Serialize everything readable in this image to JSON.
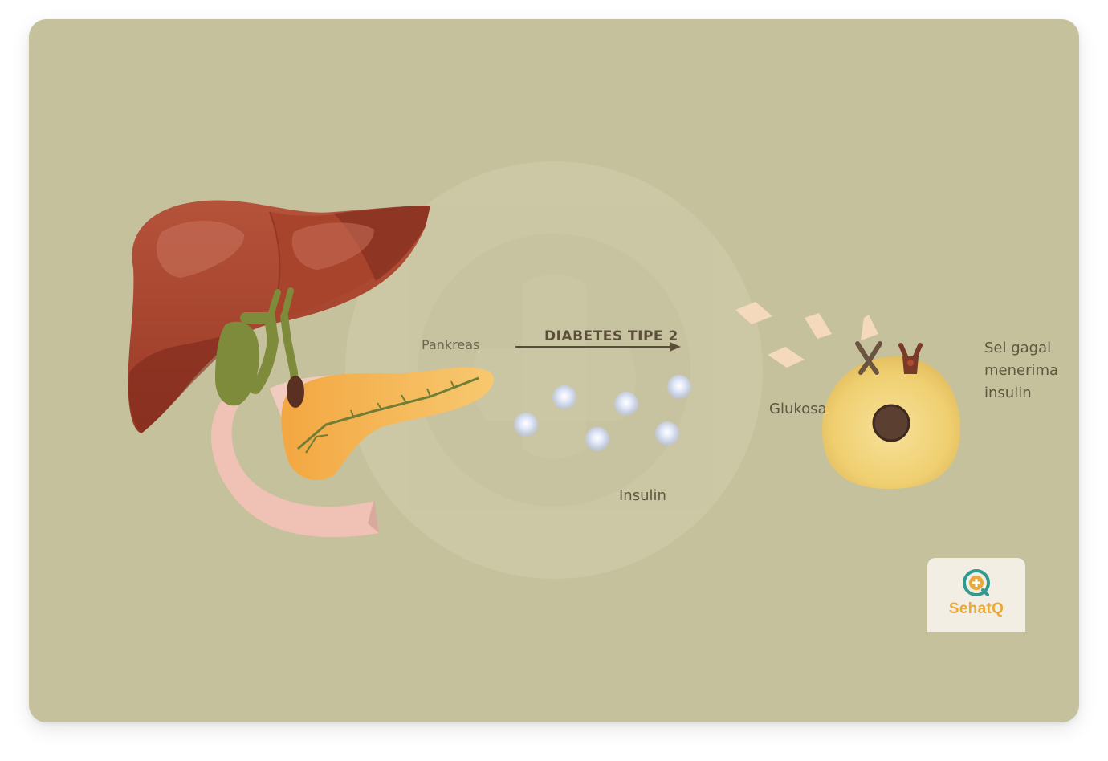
{
  "diagram": {
    "title": "DIABETES  TIPE 2",
    "labels": {
      "pancreas": "Pankreas",
      "insulin": "Insulin",
      "glucose": "Glukosa",
      "cell": "Sel gagal menerima insulin"
    }
  },
  "logo": {
    "text": "SehatQ"
  },
  "colors": {
    "background": "#c6c19d",
    "liver": "#a8442e",
    "pancreas": "#f2b255",
    "duodenum": "#efc4b8",
    "gallbladder": "#7b8a3a",
    "insulin": "#dfe7f8",
    "glucose": "#f4d3b4",
    "cell": "#f1d47a",
    "logo_accent": "#e8a83a"
  },
  "icons": {
    "logo_mark": "sehatq-logo-icon",
    "watermark": "sehatq-watermark-icon"
  }
}
